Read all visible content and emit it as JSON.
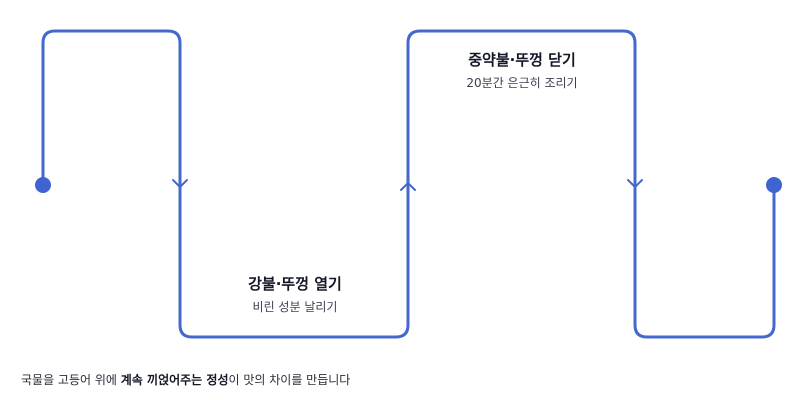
{
  "steps": [
    {
      "title": "강불·뚜껑 열기",
      "subtitle": "비린 성분 날리기"
    },
    {
      "title": "중약불·뚜껑 닫기",
      "subtitle": "20분간 은근히 조리기"
    }
  ],
  "caption": {
    "part1": "국물을 고등어 위에 ",
    "emphasis1": "계속 끼얹어주는 정성",
    "part2": "이 맛의 차이를 만듭니다"
  },
  "colors": {
    "path": "#4468cc",
    "dot": "#3f63d1",
    "text": "#141826"
  }
}
